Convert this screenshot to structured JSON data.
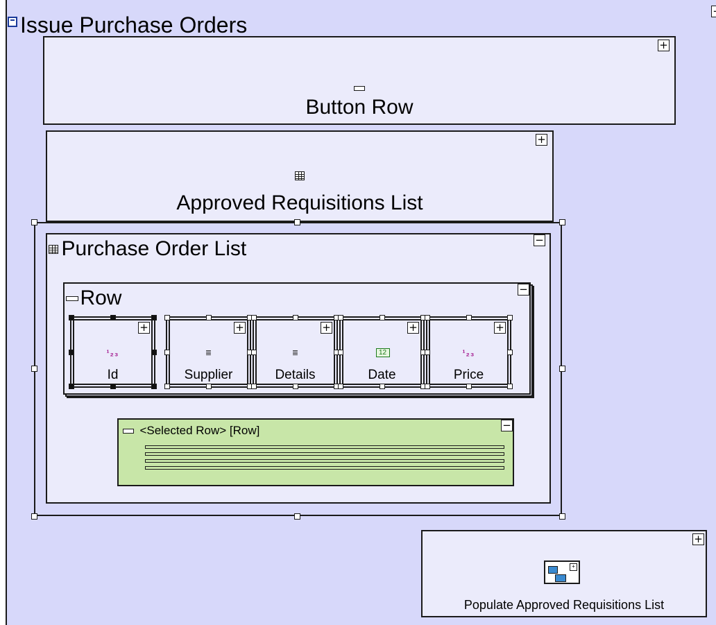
{
  "root": {
    "title": "Issue Purchase Orders",
    "toggle": "−"
  },
  "button_row": {
    "title": "Button Row",
    "toggle": "+"
  },
  "approved_list": {
    "title": "Approved Requisitions List",
    "toggle": "+"
  },
  "po_list": {
    "title": "Purchase Order List",
    "toggle": "−"
  },
  "row": {
    "title": "Row",
    "toggle": "−",
    "cells": [
      {
        "label": "Id",
        "type": "number",
        "icon_text": "¹₂₃",
        "toggle": "+"
      },
      {
        "label": "Supplier",
        "type": "text",
        "icon_text": "≣",
        "toggle": "+"
      },
      {
        "label": "Details",
        "type": "text",
        "icon_text": "≣",
        "toggle": "+"
      },
      {
        "label": "Date",
        "type": "date",
        "icon_text": "12",
        "toggle": "+"
      },
      {
        "label": "Price",
        "type": "number",
        "icon_text": "¹₂₃",
        "toggle": "+"
      }
    ]
  },
  "selected_row": {
    "title": "<Selected Row> [Row]",
    "toggle": "−"
  },
  "populate": {
    "title": "Populate Approved Requisitions List",
    "toggle": "+"
  },
  "colors": {
    "canvas": "#d7d8fa",
    "box": "#ebebfb",
    "selected_green": "#c8e6a8",
    "purple": "#a0108a"
  }
}
